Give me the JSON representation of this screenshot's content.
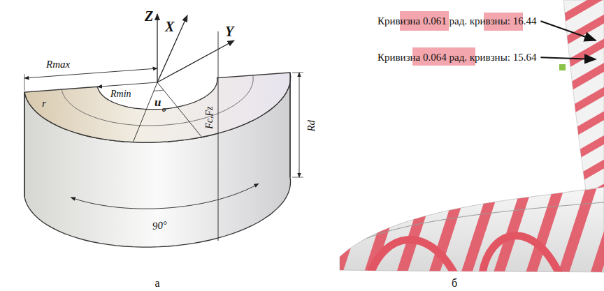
{
  "diagram": {
    "labels": [
      "Z",
      "X",
      "Y",
      "Rmax",
      "r",
      "Rmin",
      "u",
      "o",
      "Fc,Fz",
      "Rd",
      "90°",
      "а",
      "Кривизна 0.061 рад. кривзны: 16.44",
      "Кривизна 0.064 рад. кривзны: 15.64",
      "б"
    ]
  }
}
